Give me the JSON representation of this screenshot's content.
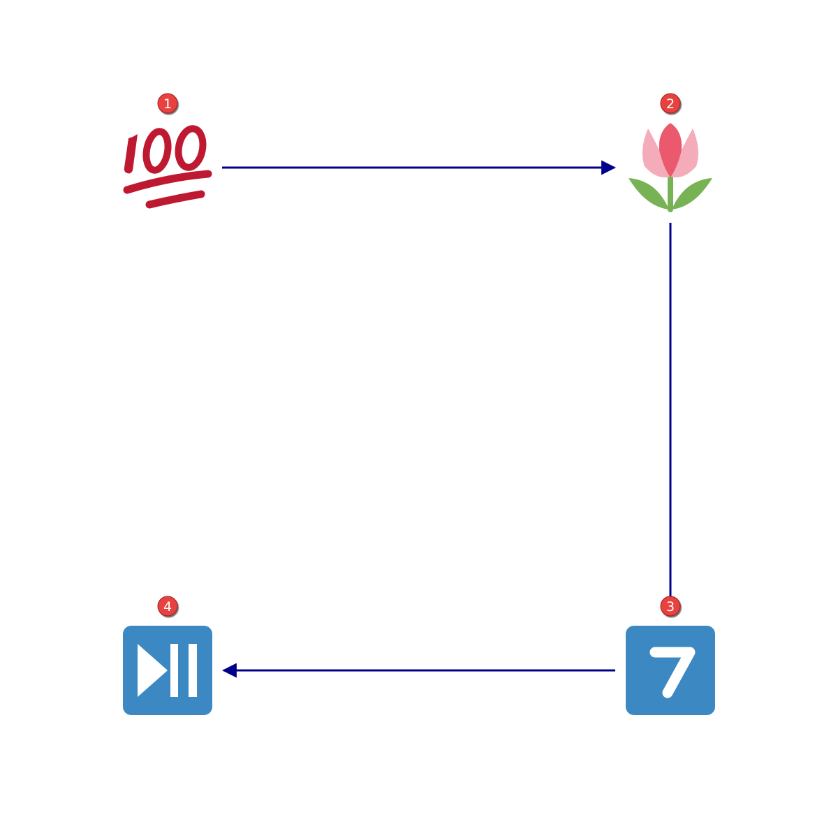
{
  "colors": {
    "connector": "#00008b",
    "badge_fill": "#e8423f",
    "badge_stroke": "#9e1b1b",
    "hundred_red": "#be1931",
    "tulip_pink_light": "#f4abba",
    "tulip_pink_dark": "#ea596e",
    "leaf_green": "#77b255",
    "key_blue": "#3b88c3",
    "key_white": "#ffffff"
  },
  "nodes": [
    {
      "id": "n1",
      "icon": "hundred-points-icon",
      "badge": "1"
    },
    {
      "id": "n2",
      "icon": "tulip-icon",
      "badge": "2"
    },
    {
      "id": "n3",
      "icon": "keycap-seven-icon",
      "badge": "3",
      "glyph": "7"
    },
    {
      "id": "n4",
      "icon": "play-pause-button-icon",
      "badge": "4"
    }
  ],
  "edges": [
    {
      "from": "n1",
      "to": "n2",
      "arrow": true
    },
    {
      "from": "n2",
      "to": "n3",
      "arrow": false
    },
    {
      "from": "n3",
      "to": "n4",
      "arrow": true
    }
  ]
}
